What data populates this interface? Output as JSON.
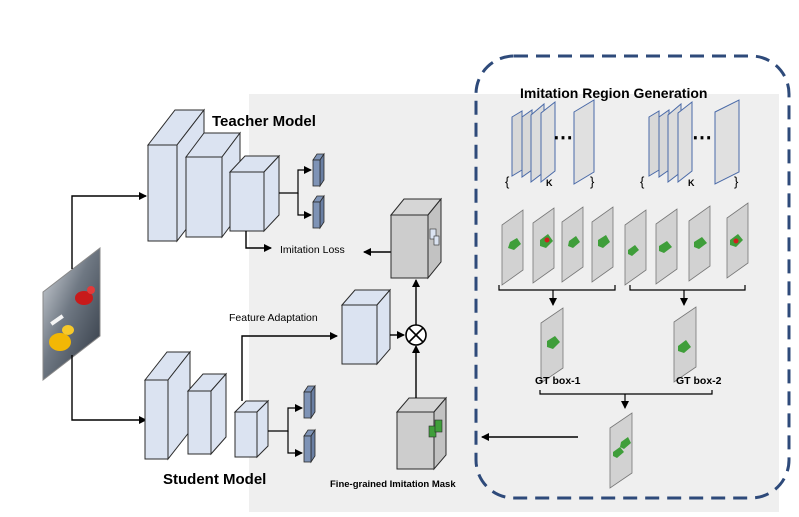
{
  "title_region": "Imitation Region Generation",
  "teacher_label": "Teacher Model",
  "student_label": "Student Model",
  "imitation_loss_label": "Imitation Loss",
  "feature_adaptation_label": "Feature Adaptation",
  "mask_label": "Fine-grained Imitation Mask",
  "gt_box_1_label": "GT box-1",
  "gt_box_2_label": "GT box-2",
  "k_label_1": "K",
  "k_label_2": "K",
  "ellipsis_1": "⋯",
  "ellipsis_2": "⋯",
  "colors": {
    "layer_fill": "#dbe3f1",
    "layer_stroke": "#2b2b2b",
    "small_block_fill": "#7e93b6",
    "gray_box_fill": "#cdcdcd",
    "dashed_border": "#2e4a7a",
    "shaded_area": "#efefef",
    "green_patch": "#3f9e3a",
    "red_patch": "#d11f1f"
  },
  "icons": {
    "multiply": "circle-times-icon",
    "car_image": "car-photo-icon"
  }
}
